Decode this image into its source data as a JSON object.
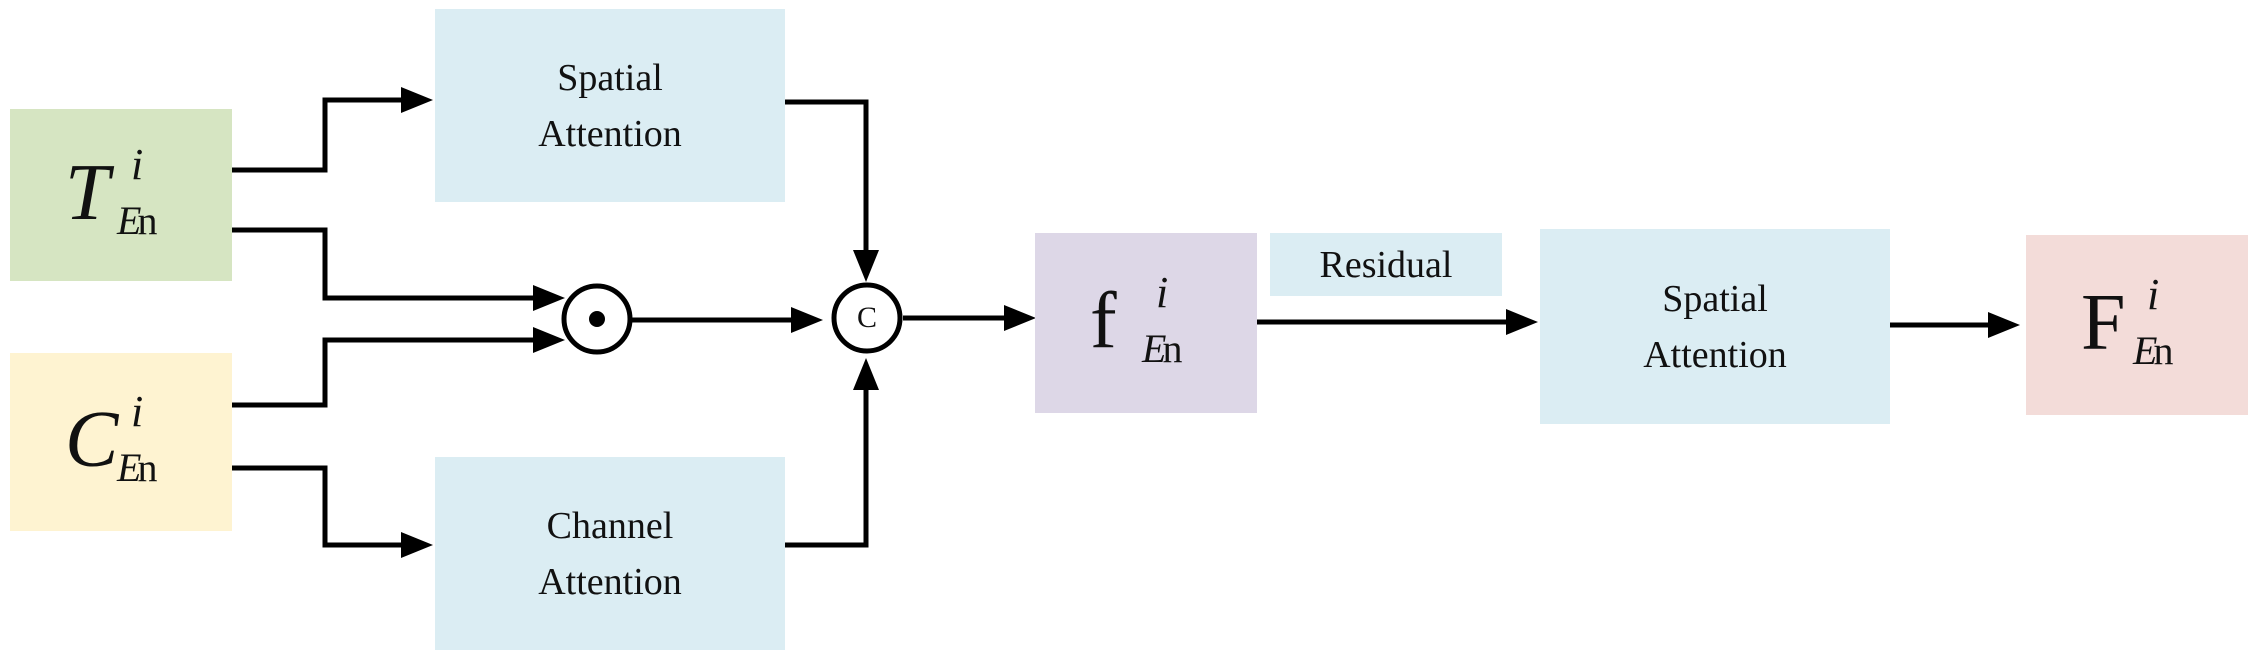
{
  "blocks": {
    "spatial_attention_top": {
      "line1": "Spatial",
      "line2": "Attention"
    },
    "channel_attention": {
      "line1": "Channel",
      "line2": "Attention"
    },
    "spatial_attention_right": {
      "line1": "Spatial",
      "line2": "Attention"
    },
    "residual": "Residual"
  },
  "inputs": {
    "t_en": {
      "base": "T",
      "sup": "i",
      "sub_e": "E",
      "sub_n": "n"
    },
    "c_en": {
      "base": "C",
      "sup": "i",
      "sub_e": "E",
      "sub_n": "n"
    }
  },
  "intermediate": {
    "base": "f",
    "sup": "i",
    "sub_e": "E",
    "sub_n": "n"
  },
  "output": {
    "base": "F",
    "sup": "i",
    "sub_e": "E",
    "sub_n": "n"
  },
  "operators": {
    "concat": "C"
  },
  "colors": {
    "attention_fill": "#dbedf3",
    "t_input_fill": "#d6e5c2",
    "c_input_fill": "#fef3d1",
    "f_fill": "#ddd7e7",
    "output_fill": "#f3dcd9",
    "line": "#000000"
  }
}
